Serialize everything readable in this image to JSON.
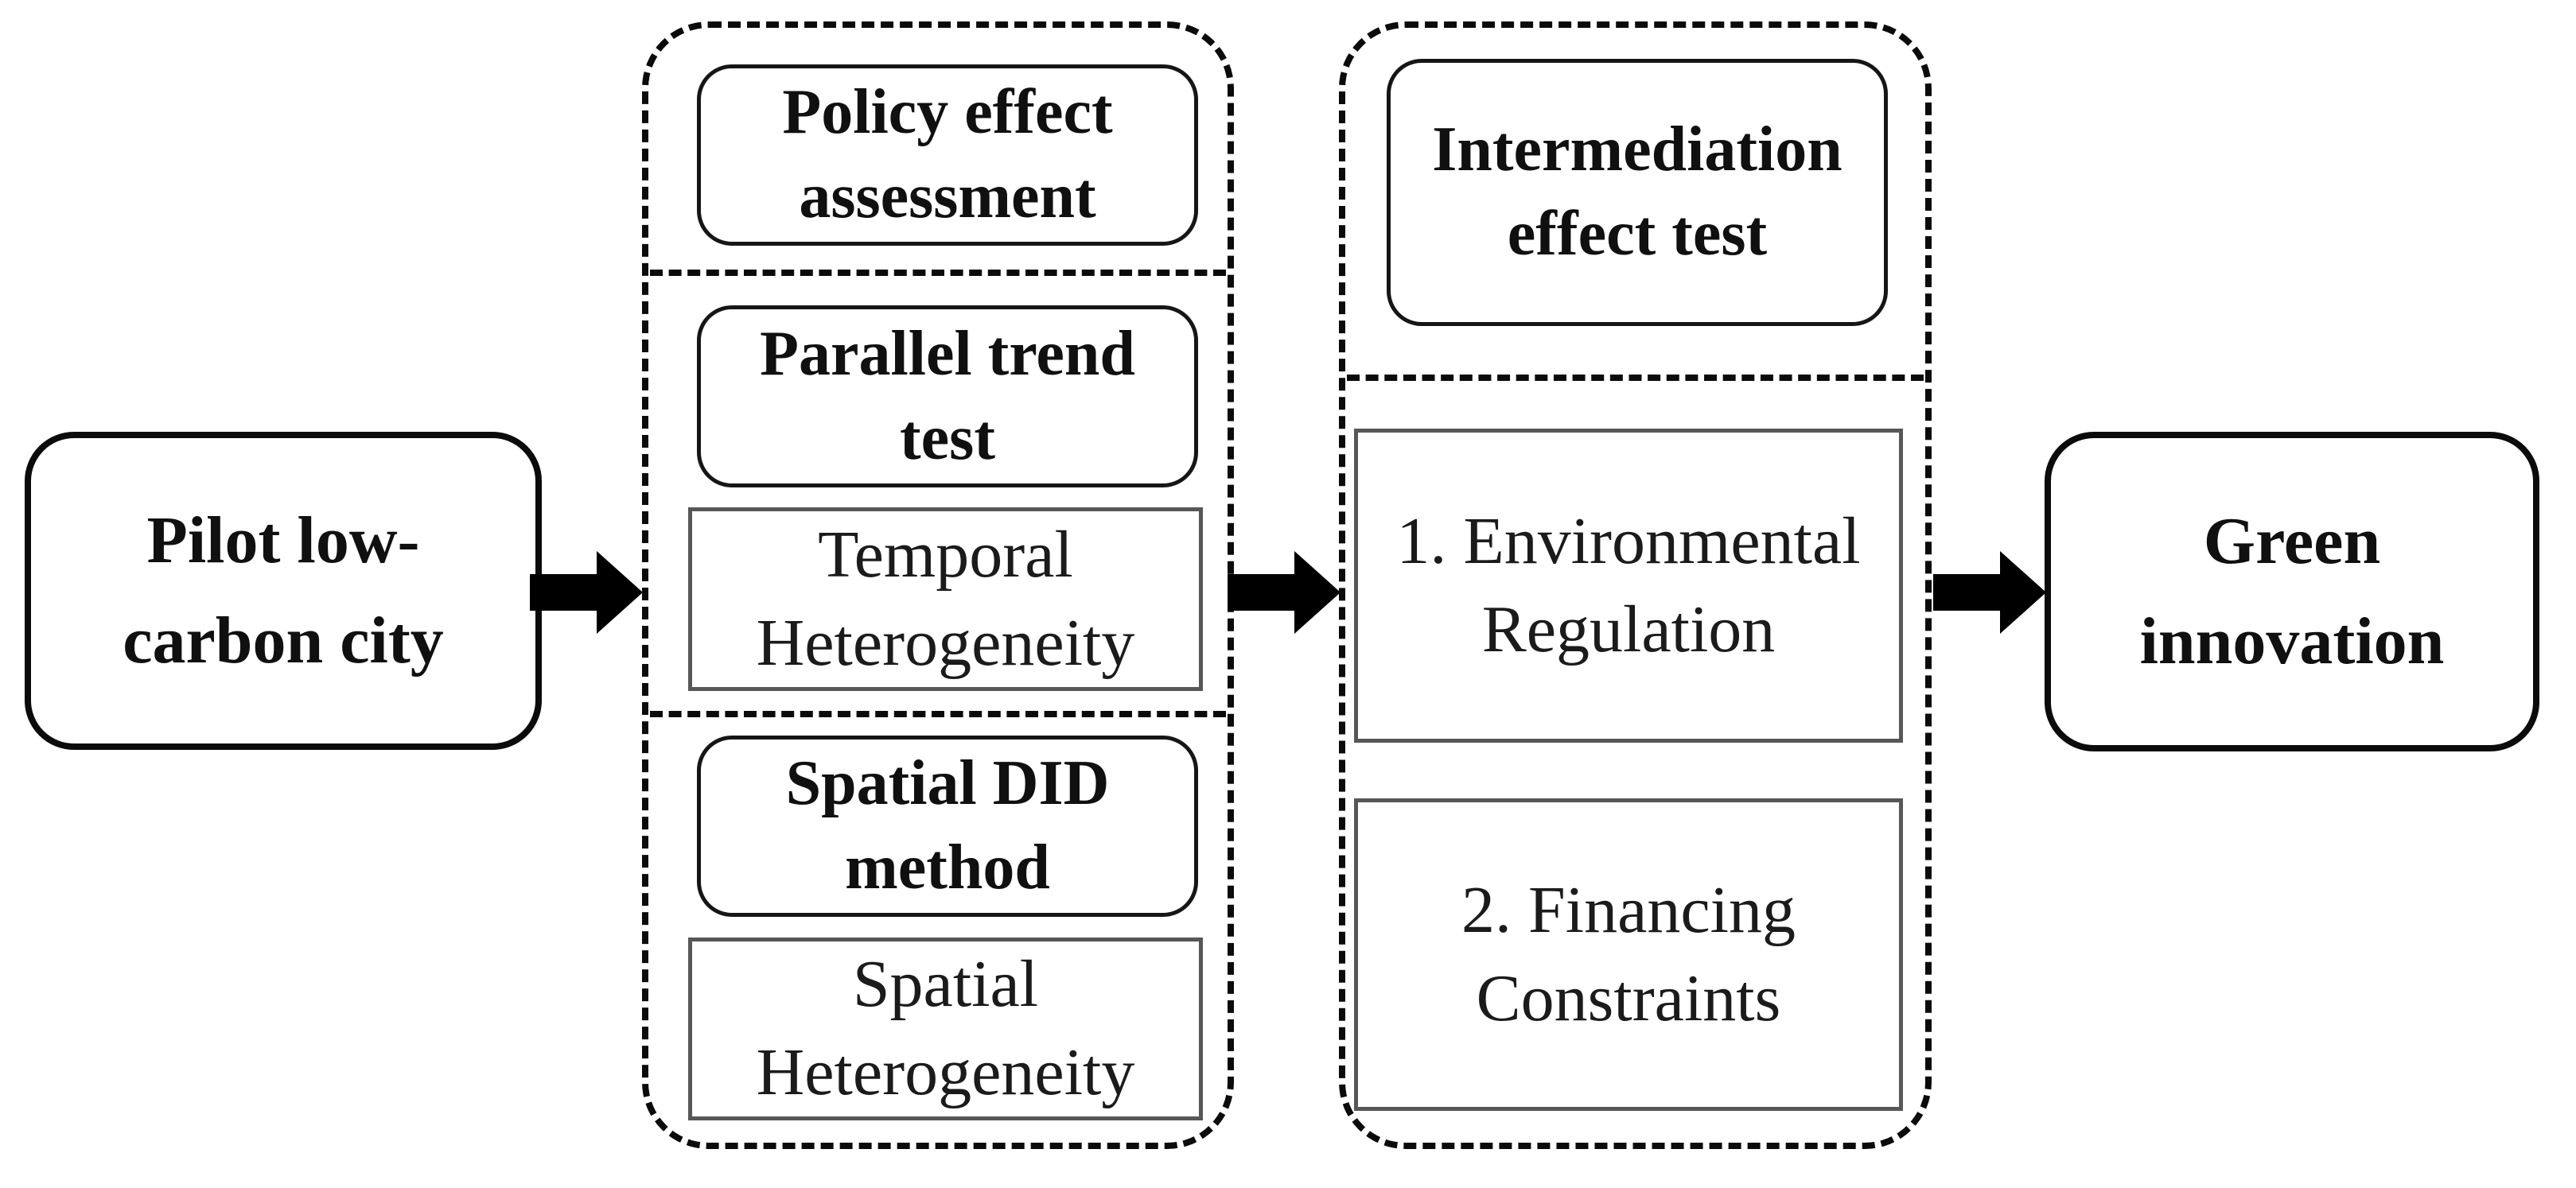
{
  "figure": {
    "background_color": "#ffffff",
    "line_color": "#0b0b0b",
    "rect_border_color": "#575757",
    "text_color": "#101010",
    "arrow_color": "#000000",
    "flow": "Pilot low-carbon city -> assessment group -> intermediation group -> Green innovation"
  },
  "nodes": {
    "pilot": {
      "label": "Pilot low-\ncarbon city"
    },
    "policy": {
      "label": "Policy effect\nassessment"
    },
    "parallel": {
      "label": "Parallel trend\ntest"
    },
    "temporal": {
      "label": "Temporal\nHeterogeneity"
    },
    "spatial_did": {
      "label": "Spatial DID\nmethod"
    },
    "spatial_het": {
      "label": "Spatial\nHeterogeneity"
    },
    "intermediation": {
      "label": "Intermediation\neffect test"
    },
    "env_reg": {
      "label": "1. Environmental\nRegulation"
    },
    "fin_con": {
      "label": "2. Financing\nConstraints"
    },
    "green": {
      "label": "Green\ninnovation"
    }
  },
  "arrows": {
    "count": 3,
    "direction": "right"
  }
}
